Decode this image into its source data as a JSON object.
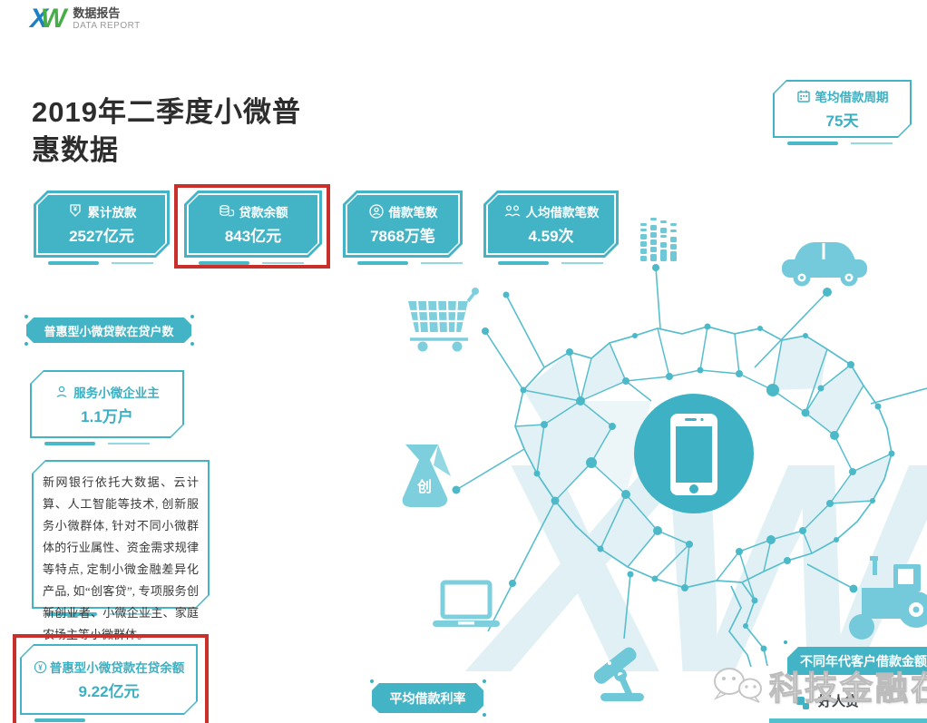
{
  "header": {
    "logo": {
      "x": "X",
      "w": "W"
    },
    "brand_cn": "数据报告",
    "brand_en": "DATA REPORT",
    "title_line1": "2019年二季度小微普",
    "title_line2": "惠数据"
  },
  "badge": {
    "icon": "calendar-icon",
    "label": "笔均借款周期",
    "value": "75天"
  },
  "stats": [
    {
      "icon": "payout-icon",
      "label": "累计放款",
      "value": "2527亿元"
    },
    {
      "icon": "coins-icon",
      "label": "贷款余额",
      "value": "843亿元",
      "highlighted": true
    },
    {
      "icon": "borrower-icon",
      "label": "借款笔数",
      "value": "7868万笔"
    },
    {
      "icon": "people-icon",
      "label": "人均借款笔数",
      "value": "4.59次"
    }
  ],
  "tags": {
    "loan_households": "普惠型小微贷款在贷户数",
    "avg_rate": "平均借款利率",
    "generation_amount": "不同年代客户借款金额",
    "haorendai": "好人贷"
  },
  "service_box": {
    "icon": "person-icon",
    "label": "服务小微企业主",
    "value": "1.1万户"
  },
  "balance_box": {
    "icon": "yen-circle-icon",
    "label": "普惠型小微贷款在贷余额",
    "value": "9.22亿元",
    "highlighted": true
  },
  "paragraph": "新网银行依托大数据、云计算、人工智能等技术, 创新服务小微群体, 针对不同小微群体的行业属性、资金需求规律等特点, 定制小微金融差异化产品, 如“创客贷”, 专项服务创新创业者、小微企业主、家庭农场主等小微群体。",
  "illustration": {
    "watermark_letters": "XW",
    "money_bag_char": "创"
  },
  "watermark": "科技金融在线",
  "colors": {
    "accent_teal": "#43b4c5",
    "light_teal": "#7ecfdd",
    "highlight_red": "#c9302c"
  }
}
